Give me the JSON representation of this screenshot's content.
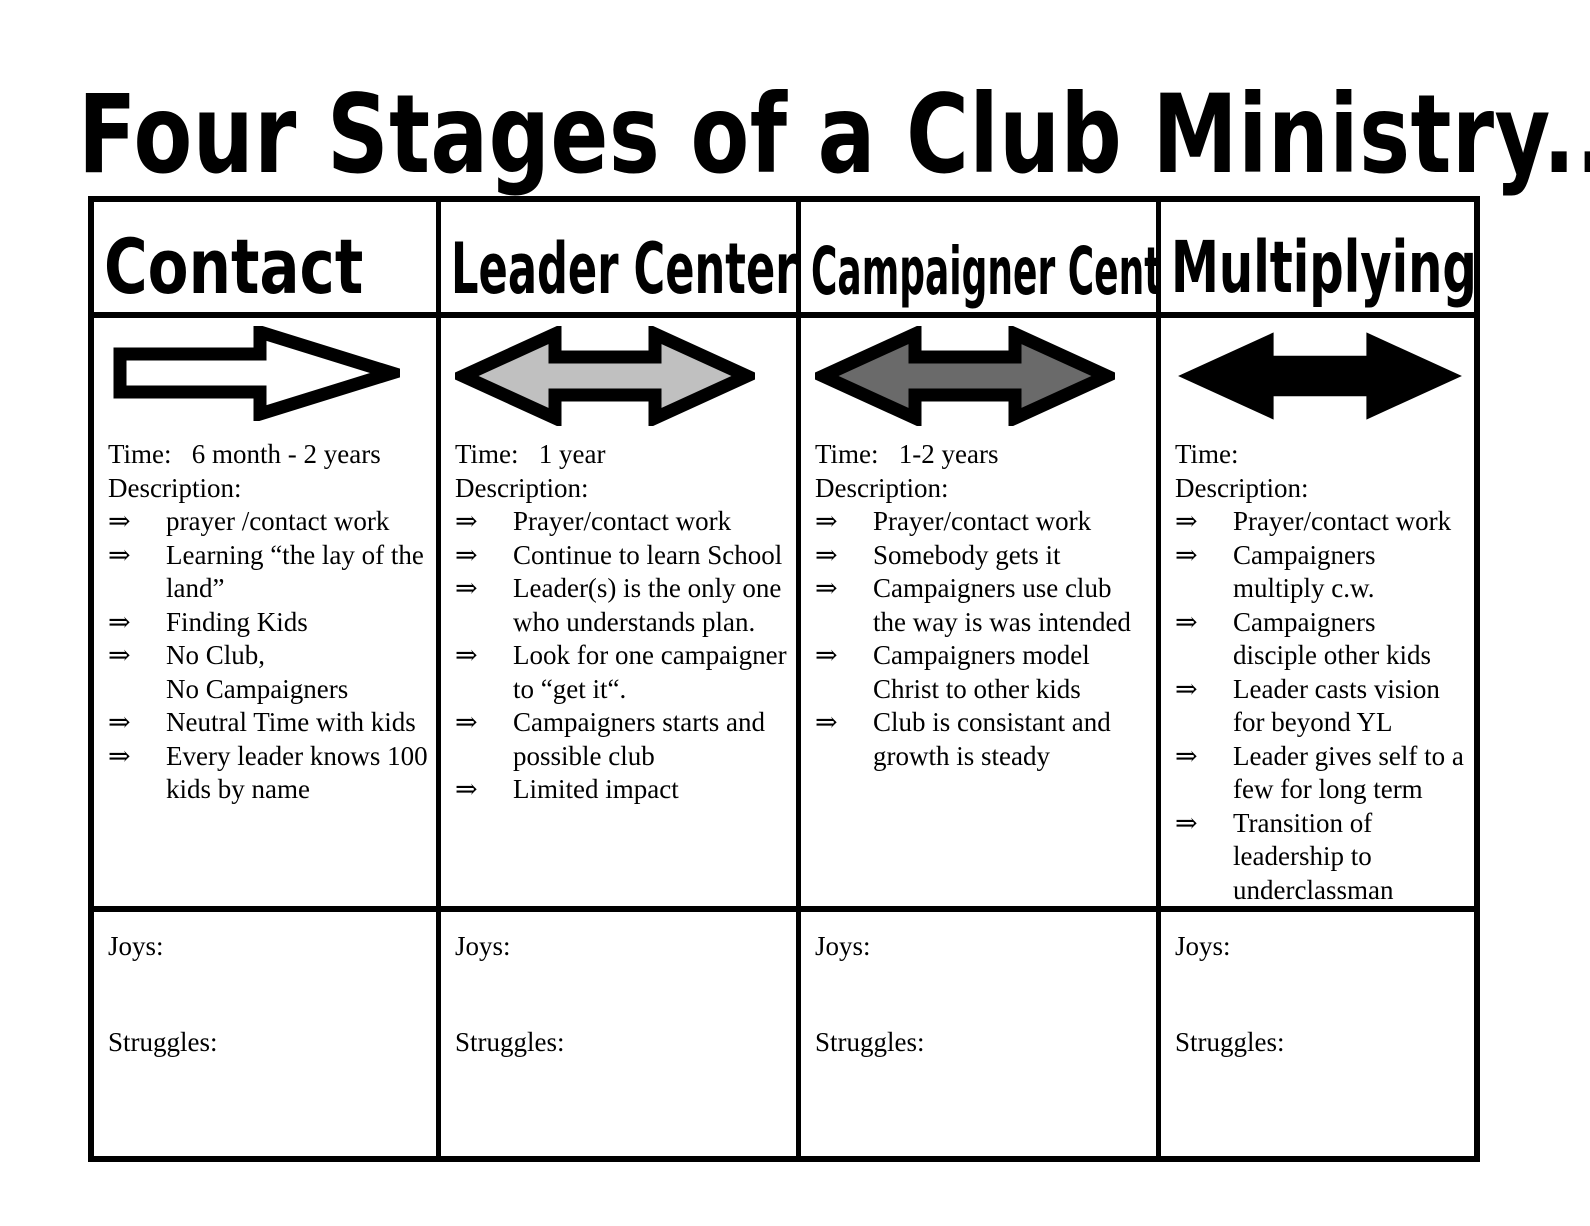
{
  "title": "Four Stages of a Club Ministry...",
  "bullet_glyph": "⇒",
  "labels": {
    "time": "Time:",
    "description": "Description:",
    "joys": "Joys:",
    "struggles": "Struggles:"
  },
  "colors": {
    "ink": "#000000",
    "paper": "#ffffff",
    "arrow_light_gray": "#c0c0c0",
    "arrow_dark_gray": "#6a6a6a",
    "arrow_black": "#000000",
    "arrow_white": "#ffffff"
  },
  "columns": [
    {
      "header": "Contact",
      "arrow": {
        "name": "single-right-arrow",
        "direction": "right",
        "fill": "#ffffff",
        "stroke": "#000000"
      },
      "time_label": "Time:",
      "time_value": "6 month - 2 years",
      "description_label": "Description:",
      "bullets": [
        "prayer /contact work",
        "Learning “the lay of the land”",
        "Finding Kids",
        "No Club,\nNo Campaigners",
        "Neutral Time with kids",
        "Every leader knows 100 kids by name"
      ],
      "joys_label": "Joys:",
      "joys_value": "",
      "struggles_label": "Struggles:",
      "struggles_value": ""
    },
    {
      "header": "Leader Centered",
      "arrow": {
        "name": "double-headed-arrow",
        "direction": "both",
        "fill": "#c0c0c0",
        "stroke": "#000000"
      },
      "time_label": "Time:",
      "time_value": "1 year",
      "description_label": "Description:",
      "bullets": [
        "Prayer/contact work",
        "Continue to learn School",
        "Leader(s) is the only one who understands plan.",
        "Look for one campaigner to “get it“.",
        "Campaigners starts and possible club",
        "Limited impact"
      ],
      "joys_label": "Joys:",
      "joys_value": "",
      "struggles_label": "Struggles:",
      "struggles_value": ""
    },
    {
      "header": "Campaigner Centered",
      "arrow": {
        "name": "double-headed-arrow",
        "direction": "both",
        "fill": "#6a6a6a",
        "stroke": "#000000"
      },
      "time_label": "Time:",
      "time_value": "1-2 years",
      "description_label": "Description:",
      "bullets": [
        "Prayer/contact work",
        "Somebody gets it",
        "Campaigners use club the way is was intended",
        "Campaigners model Christ to other kids",
        "Club is consistant and growth is steady"
      ],
      "joys_label": "Joys:",
      "joys_value": "",
      "struggles_label": "Struggles:",
      "struggles_value": ""
    },
    {
      "header": "Multiplying",
      "arrow": {
        "name": "double-headed-arrow",
        "direction": "both",
        "fill": "#000000",
        "stroke": "#000000"
      },
      "time_label": "Time:",
      "time_value": "",
      "description_label": "Description:",
      "bullets": [
        "Prayer/contact work",
        "Campaigners multiply c.w.",
        "Campaigners disciple other kids",
        "Leader casts vision for beyond YL",
        "Leader gives self to a few for long term",
        "Transition of leadership to underclassman"
      ],
      "joys_label": "Joys:",
      "joys_value": "",
      "struggles_label": "Struggles:",
      "struggles_value": ""
    }
  ]
}
